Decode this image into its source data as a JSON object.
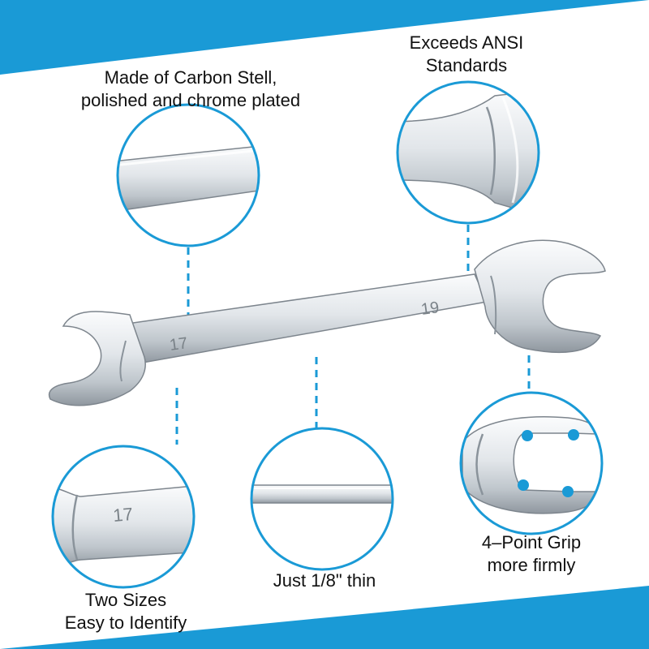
{
  "colors": {
    "accent": "#1a9ad6",
    "steel_light": "#f4f6f8",
    "steel_mid": "#d7dde3",
    "steel_dark": "#9aa3ab"
  },
  "features": {
    "material": {
      "line1": "Made of Carbon Stell,",
      "line2": "polished and chrome plated"
    },
    "standards": {
      "line1": "Exceeds ANSI",
      "line2": "Standards"
    },
    "sizes": {
      "line1": "Two Sizes",
      "line2": "Easy to Identify"
    },
    "thickness": {
      "line1": "Just 1/8\" thin"
    },
    "grip": {
      "line1": "4–Point Grip",
      "line2": "more firmly"
    }
  },
  "wrench": {
    "size_small": "17",
    "size_large": "19"
  }
}
